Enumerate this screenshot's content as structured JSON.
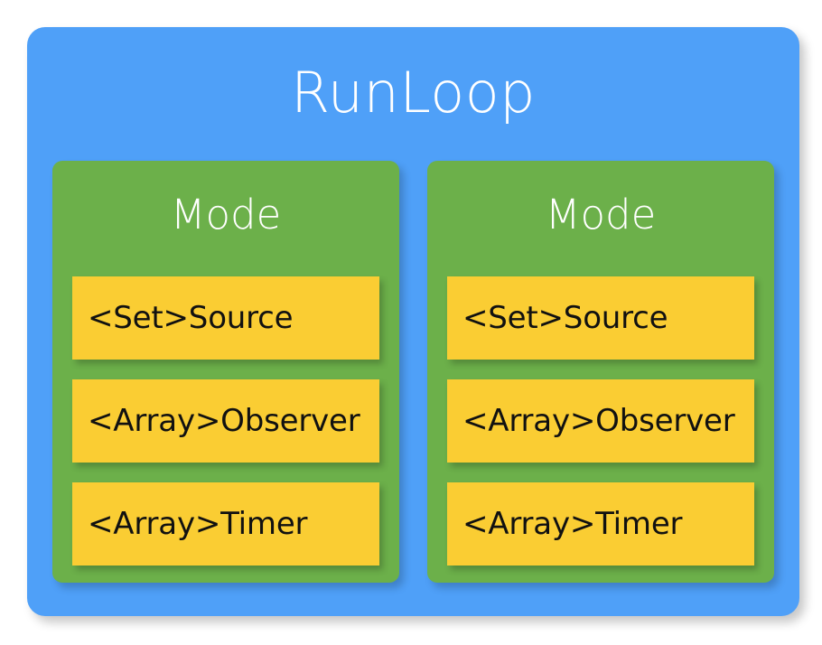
{
  "diagram": {
    "title": "RunLoop",
    "colors": {
      "panel_blue": "#4fa0f8",
      "mode_green": "#6cb04a",
      "item_yellow": "#facd33",
      "title_text": "#ffffff",
      "item_text": "#111111",
      "background": "#ffffff"
    },
    "modes": [
      {
        "title": "Mode",
        "items": [
          {
            "label": "<Set>Source"
          },
          {
            "label": "<Array>Observer"
          },
          {
            "label": "<Array>Timer"
          }
        ]
      },
      {
        "title": "Mode",
        "items": [
          {
            "label": "<Set>Source"
          },
          {
            "label": "<Array>Observer"
          },
          {
            "label": "<Array>Timer"
          }
        ]
      }
    ]
  }
}
